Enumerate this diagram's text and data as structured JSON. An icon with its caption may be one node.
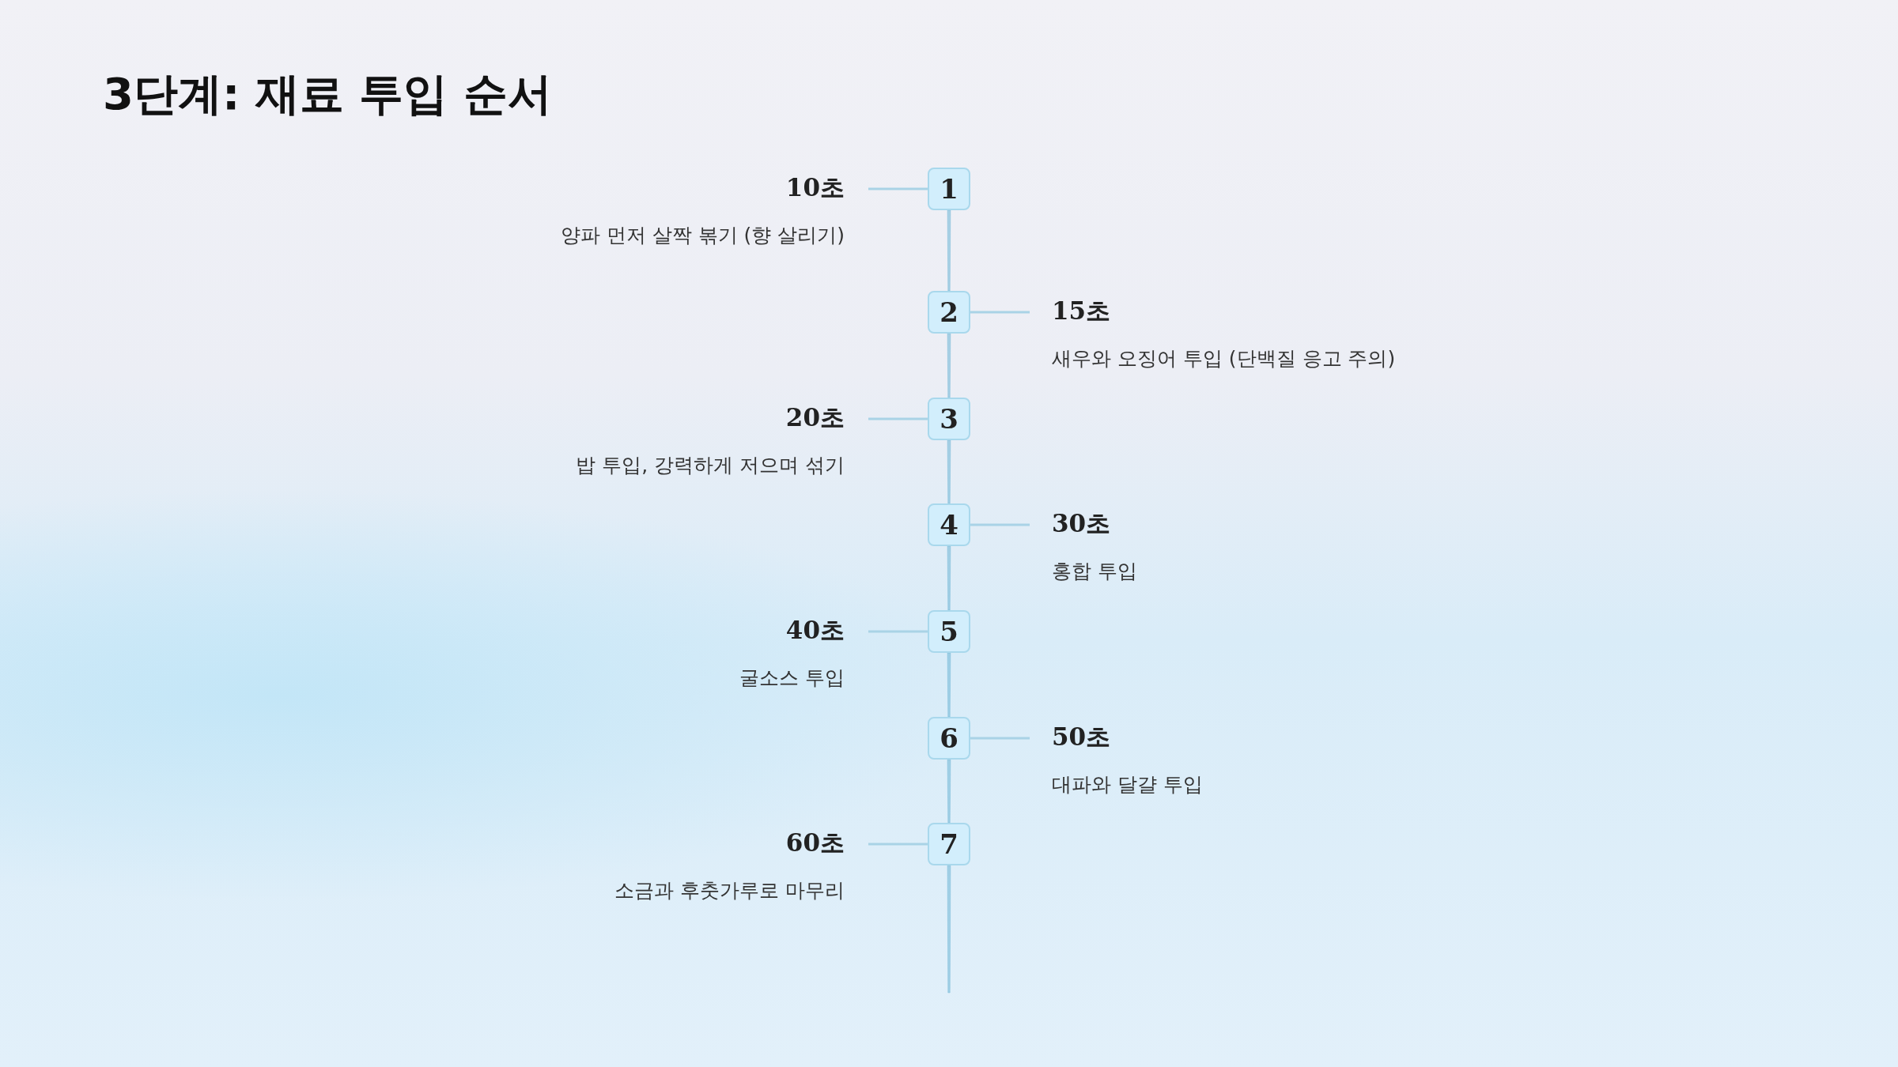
{
  "diagram": {
    "title": "3단계: 재료 투입 순서",
    "nodes": [
      {
        "text": [
          "1"
        ],
        "beside": [
          "10초",
          "양파 먼저 살짝 볶기 (향 살리기)"
        ]
      },
      {
        "text": [
          "2"
        ],
        "beside": [
          "15초",
          "새우와 오징어 투입 (단백질 응고 주의)"
        ]
      },
      {
        "text": [
          "3"
        ],
        "beside": [
          "20초",
          "밥 투입, 강력하게 저으며 섞기"
        ]
      },
      {
        "text": [
          "4"
        ],
        "beside": [
          "30초",
          "홍합 투입"
        ]
      },
      {
        "text": [
          "5"
        ],
        "beside": [
          "40초",
          "굴소스 투입"
        ]
      },
      {
        "text": [
          "6"
        ],
        "beside": [
          "50초",
          "대파와 달걀 투입"
        ]
      },
      {
        "text": [
          "7"
        ],
        "beside": [
          "60초",
          "소금과 후춧가루로 마무리"
        ]
      }
    ],
    "edges": [
      {
        "from": 0,
        "to": 1,
        "arrow": "none"
      },
      {
        "from": 1,
        "to": 2,
        "arrow": "none"
      },
      {
        "from": 2,
        "to": 3,
        "arrow": "none"
      },
      {
        "from": 3,
        "to": 4,
        "arrow": "none"
      },
      {
        "from": 4,
        "to": 5,
        "arrow": "none"
      },
      {
        "from": 5,
        "to": 6,
        "arrow": "none"
      },
      {
        "from": 6,
        "to": null,
        "arrow": "none"
      }
    ]
  }
}
